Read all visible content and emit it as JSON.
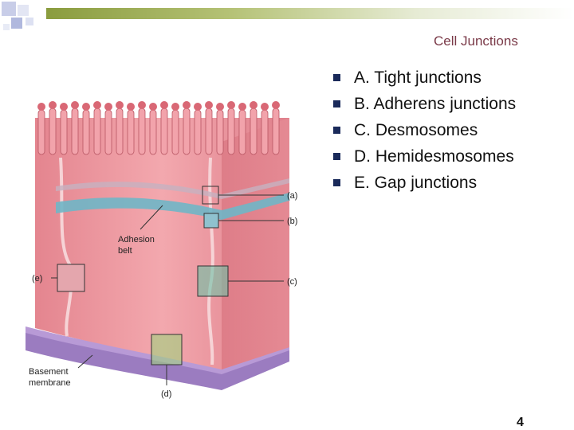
{
  "slide": {
    "title": "Cell Junctions",
    "bullets": [
      "A. Tight junctions",
      "B. Adherens junctions",
      "C. Desmosomes",
      "D. Hemidesmosomes",
      "E. Gap junctions"
    ],
    "page_number": "4"
  },
  "diagram": {
    "labels": {
      "a": "(a)",
      "b": "(b)",
      "c": "(c)",
      "d": "(d)",
      "e": "(e)",
      "adhesion_belt_line1": "Adhesion",
      "adhesion_belt_line2": "belt",
      "basement_line1": "Basement",
      "basement_line2": "membrane"
    }
  },
  "colors": {
    "accent_bar": "#8a9c3e",
    "cell_pink": "#e98f98",
    "membrane_purple": "#9b7cc0",
    "belt_teal": "#6fb6c6",
    "title": "#7a3a48"
  }
}
